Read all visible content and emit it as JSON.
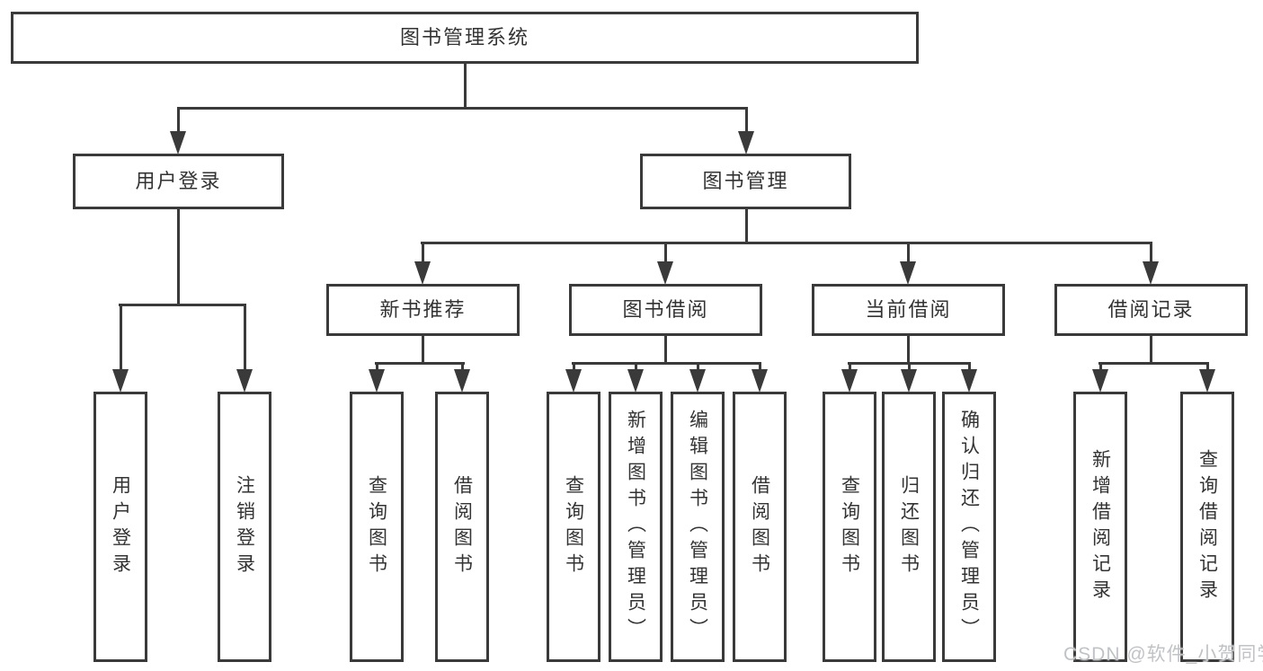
{
  "root": {
    "label": "图书管理系统"
  },
  "branches": [
    {
      "label": "用户登录",
      "children": [
        {
          "label": "用户登录"
        },
        {
          "label": "注销登录"
        }
      ]
    },
    {
      "label": "图书管理",
      "children": [
        {
          "label": "新书推荐",
          "children": [
            {
              "label": "查询图书"
            },
            {
              "label": "借阅图书"
            }
          ]
        },
        {
          "label": "图书借阅",
          "children": [
            {
              "label": "查询图书"
            },
            {
              "label": "新增图书（管理员）"
            },
            {
              "label": "编辑图书（管理员）"
            },
            {
              "label": "借阅图书"
            }
          ]
        },
        {
          "label": "当前借阅",
          "children": [
            {
              "label": "查询图书"
            },
            {
              "label": "归还图书"
            },
            {
              "label": "确认归还（管理员）"
            }
          ]
        },
        {
          "label": "借阅记录",
          "children": [
            {
              "label": "新增借阅记录"
            },
            {
              "label": "查询借阅记录"
            }
          ]
        }
      ]
    }
  ],
  "watermark": "CSDN @软件_小贺同学",
  "colors": {
    "line": "#3a3a3a",
    "text": "#333333",
    "box_bg": "#ffffff",
    "watermark": "#c0c3c6"
  }
}
